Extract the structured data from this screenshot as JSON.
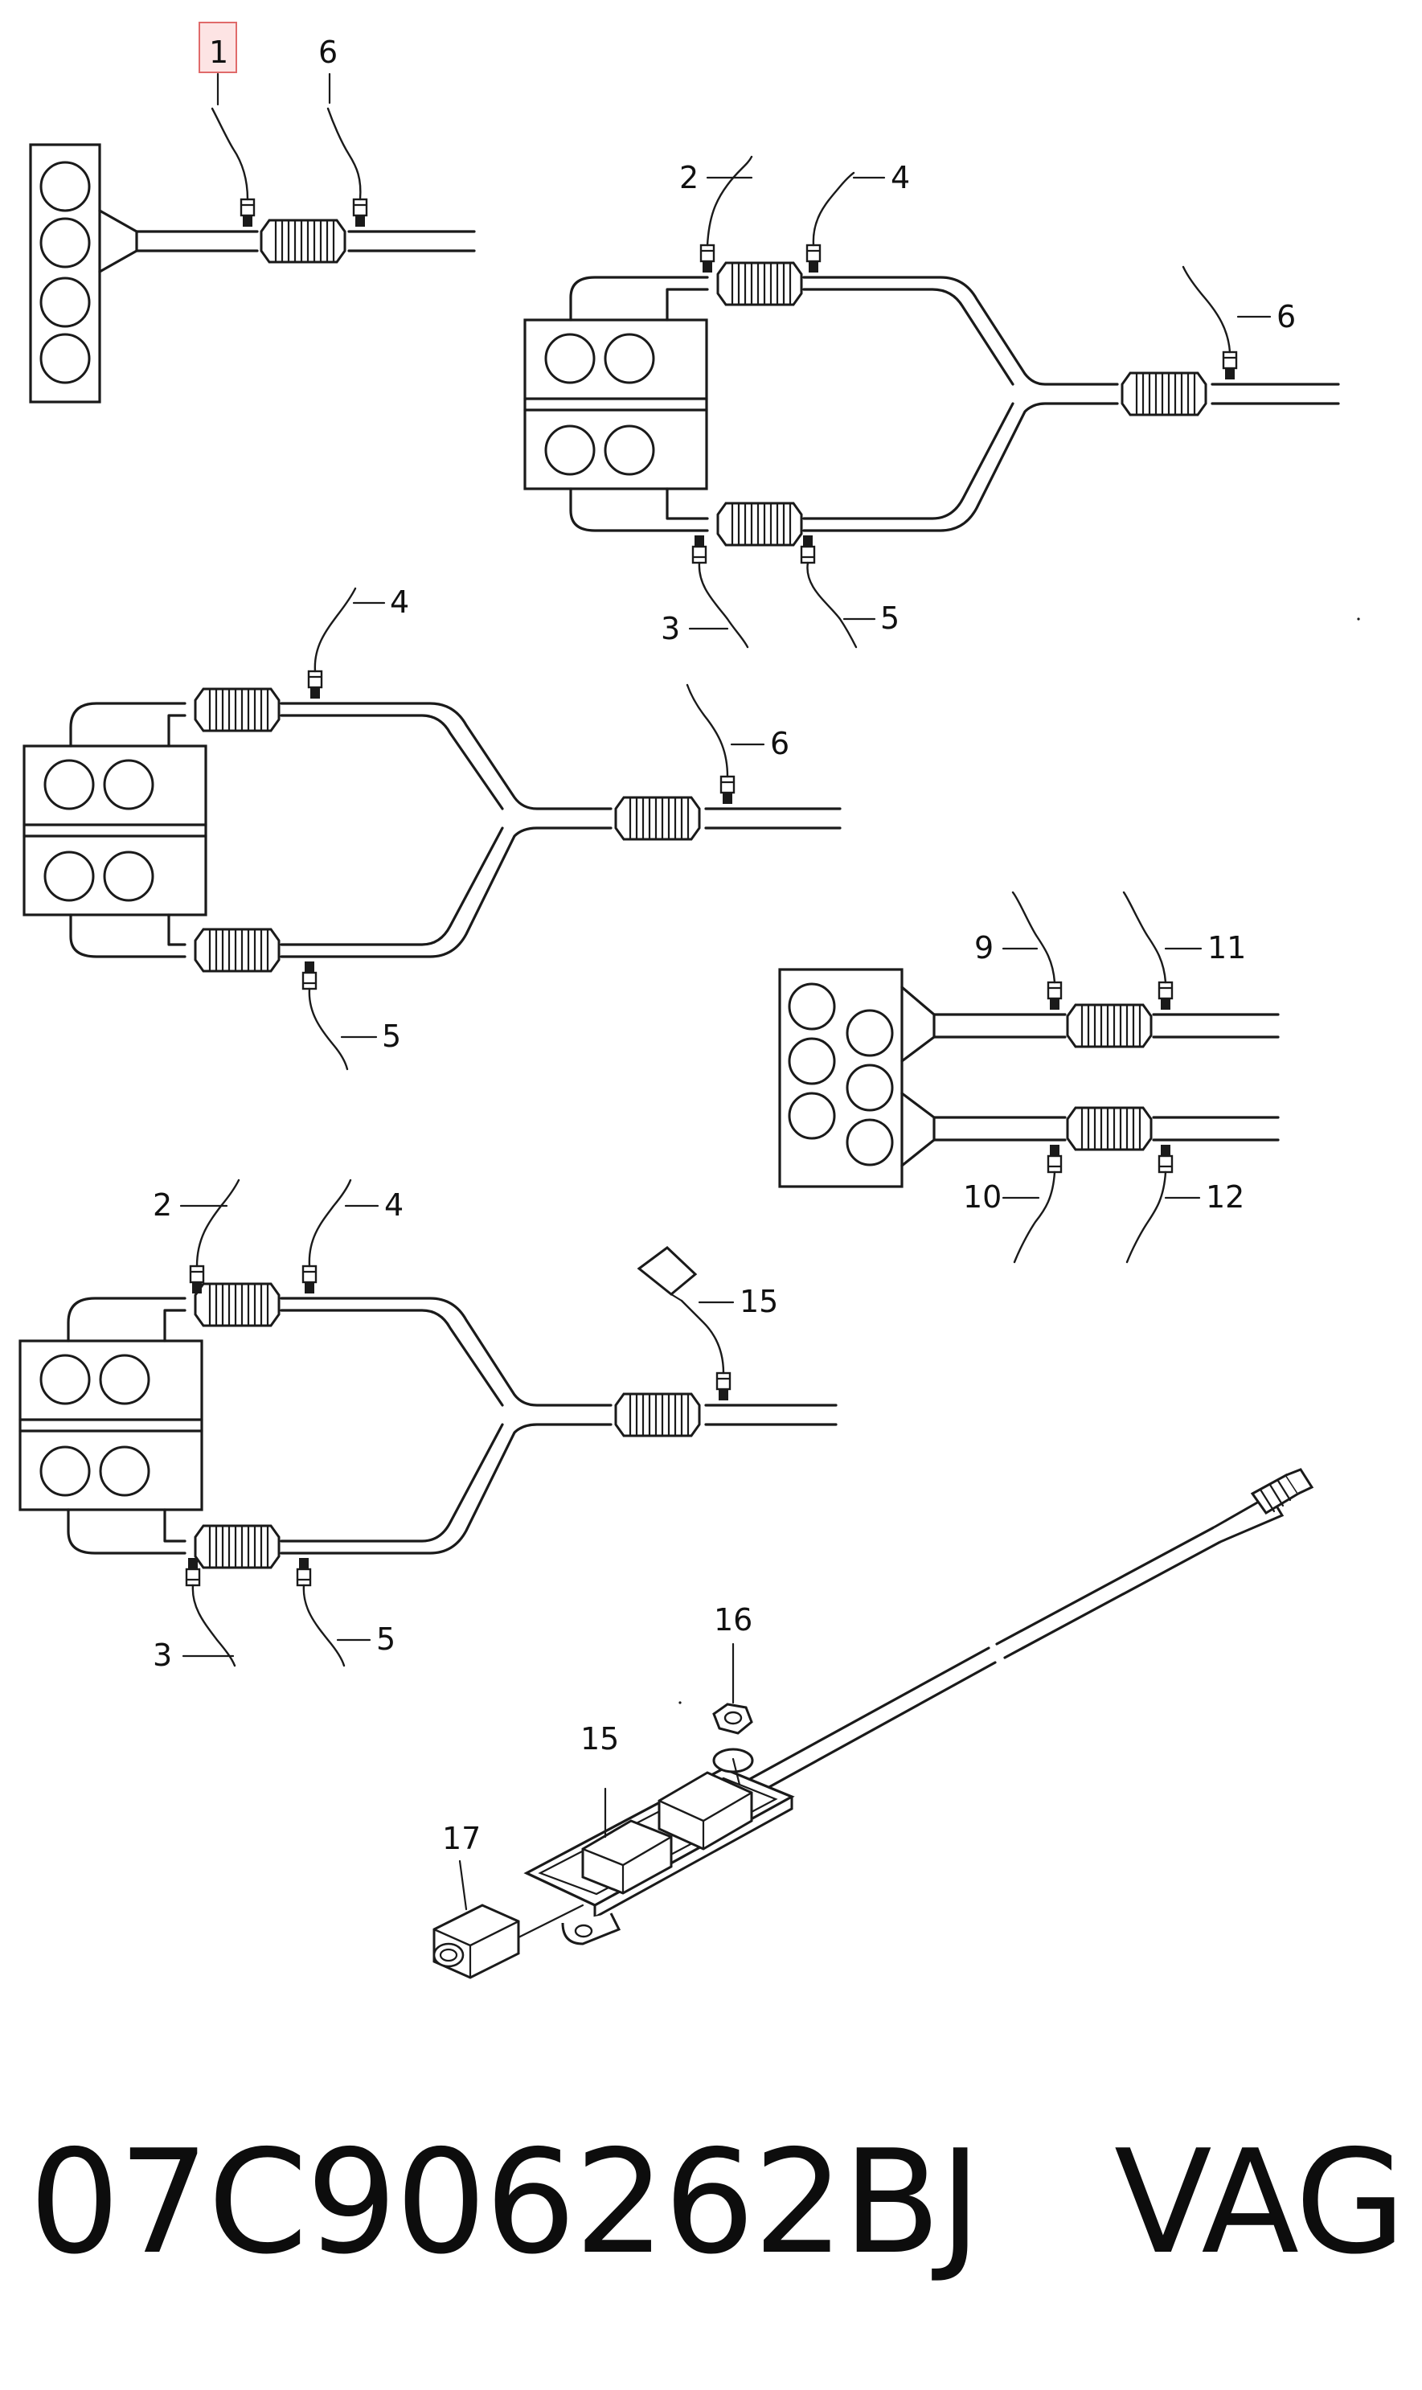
{
  "diagram": {
    "callouts": {
      "c1": "1",
      "c6a": "6",
      "c2a": "2",
      "c4a": "4",
      "c6b": "6",
      "c3a": "3",
      "c5a": "5",
      "c4b": "4",
      "c6c": "6",
      "c5b": "5",
      "c9": "9",
      "c11": "11",
      "c10": "10",
      "c12": "12",
      "c2b": "2",
      "c4c": "4",
      "c15a": "15",
      "c3b": "3",
      "c5c": "5",
      "c16": "16",
      "c15b": "15",
      "c17": "17"
    },
    "highlighted_callout": "1",
    "highlight_color": "#e06a6a"
  },
  "caption": {
    "part_number": "07C906262BJ",
    "brand": "VAG"
  }
}
